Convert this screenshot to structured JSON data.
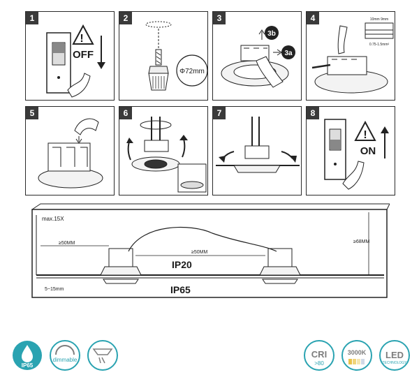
{
  "steps": [
    {
      "n": "1",
      "caption": "OFF"
    },
    {
      "n": "2",
      "caption": "Φ72mm"
    },
    {
      "n": "3",
      "caption_a": "3a",
      "caption_b": "3b"
    },
    {
      "n": "4",
      "strip_top": "10mm 9mm",
      "cable": "0.75-1.5mm²"
    },
    {
      "n": "5"
    },
    {
      "n": "6"
    },
    {
      "n": "7"
    },
    {
      "n": "8",
      "caption": "ON"
    }
  ],
  "install": {
    "max_label": "max.15X",
    "side_gap": "≥50MM",
    "between_gap": "≥50MM",
    "height": "≥68MM",
    "ceiling": "5~15mm",
    "ip_top": "IP20",
    "ip_bottom": "IP65"
  },
  "badges": {
    "ip": "IP65",
    "dimmable": "dimmable",
    "cri": "CRI",
    "cri_value": ">80",
    "cct": "3000K",
    "led": "LED",
    "led_sub": "TECHNOLOGY"
  },
  "colors": {
    "teal": "#2aa3b1",
    "gray": "#7d7d7d",
    "ink": "#1a1a1a"
  }
}
